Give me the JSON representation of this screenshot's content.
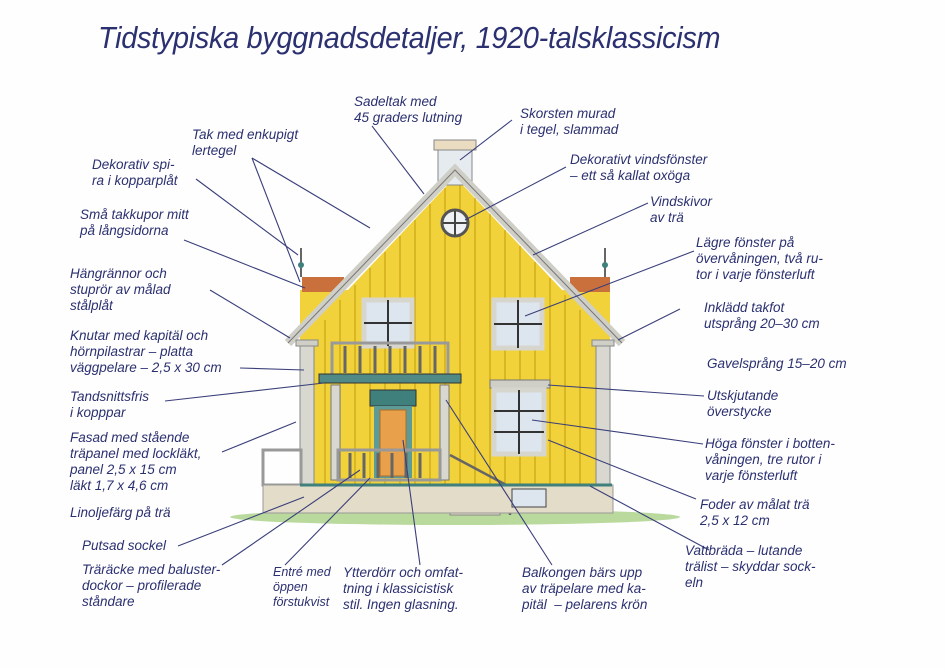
{
  "title": "Tidstypiska byggnadsdetaljer, 1920-talsklassicism",
  "colors": {
    "label_text": "#2b3070",
    "leader_line": "#3a3f7a",
    "facade_yellow": "#f2d23a",
    "facade_shade": "#d9b21e",
    "trim": "#d8d8d0",
    "roof_tile": "#c9703c",
    "plinth": "#e3dcc8",
    "door": "#e9a04a",
    "teal_trim": "#3f7f7c",
    "grass": "#9cc77a"
  },
  "labels": {
    "sadeltak": "Sadeltak med\n45 graders lutning",
    "skorsten": "Skorsten murad\ni tegel, slammad",
    "tak_tegel": "Tak med enkupigt\nlertegel",
    "spira": "Dekorativ spi-\nra i kopparplåt",
    "vindsfonster": "Dekorativt vindsfönster\n– ett så kallat oxöga",
    "takkupor": "Små takkupor mitt\npå långsidorna",
    "vindskivor": "Vindskivor\nav trä",
    "lagre_fonster": "Lägre fönster på\növervåningen, två ru-\ntor i varje fönsterluft",
    "hangrannor": "Hängrännor och\nstuprör av målad\nstålplåt",
    "takfot": "Inklädd takfot\nutsprång 20–30 cm",
    "knutar": "Knutar med kapitäl och\nhörnpilastrar – platta\nväggpelare – 2,5 x 30 cm",
    "gavelsprang": "Gavelsprång 15–20 cm",
    "tandsnitt": "Tandsnittsfris\ni kopppar",
    "overstycke": "Utskjutande\növerstycke",
    "fasad": "Fasad med stående\nträpanel med lockläkt,\npanel 2,5 x 15 cm\nläkt 1,7 x 4,6 cm",
    "hoga_fonster": "Höga fönster i botten-\nvåningen, tre rutor i\nvarje fönsterluft",
    "linolja": "Linoljefärg på trä",
    "foder": "Foder av målat trä\n2,5 x 12 cm",
    "sockel": "Putsad sockel",
    "vattbrada": "Vattbräda – lutande\nträlist – skyddar sock-\neln",
    "tracke": "Träräcke med baluster-\ndockor – profilerade\nståndare",
    "entre": "Entré med\nöppen\nförstukvist",
    "ytterdorr": "Ytterdörr och omfat-\ntning i klassicistisk\nstil. Ingen glasning.",
    "balkong": "Balkongen bärs upp\nav träpelare med ka-\npitäl  – pelarens krön"
  }
}
